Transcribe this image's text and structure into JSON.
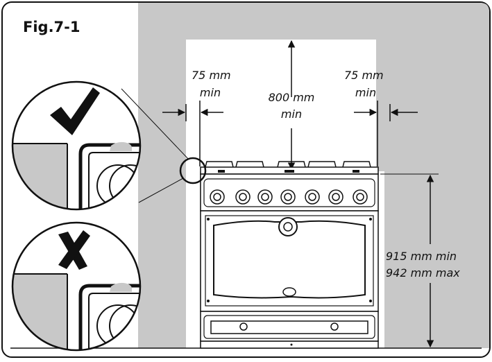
{
  "figure": {
    "label": "Fig.7-1",
    "dimensions": {
      "left_clearance": {
        "value": "75 mm",
        "qualifier": "min"
      },
      "right_clearance": {
        "value": "75 mm",
        "qualifier": "min"
      },
      "top_clearance": {
        "value": "800 mm",
        "qualifier": "min"
      },
      "height_min": "915 mm min",
      "height_max": "942 mm max"
    },
    "callouts": [
      {
        "name": "correct-installation",
        "mark": "check-icon"
      },
      {
        "name": "incorrect-installation",
        "mark": "cross-icon"
      }
    ],
    "colors": {
      "wall": "#c8c8c8",
      "line": "#111111",
      "background": "#ffffff"
    }
  }
}
